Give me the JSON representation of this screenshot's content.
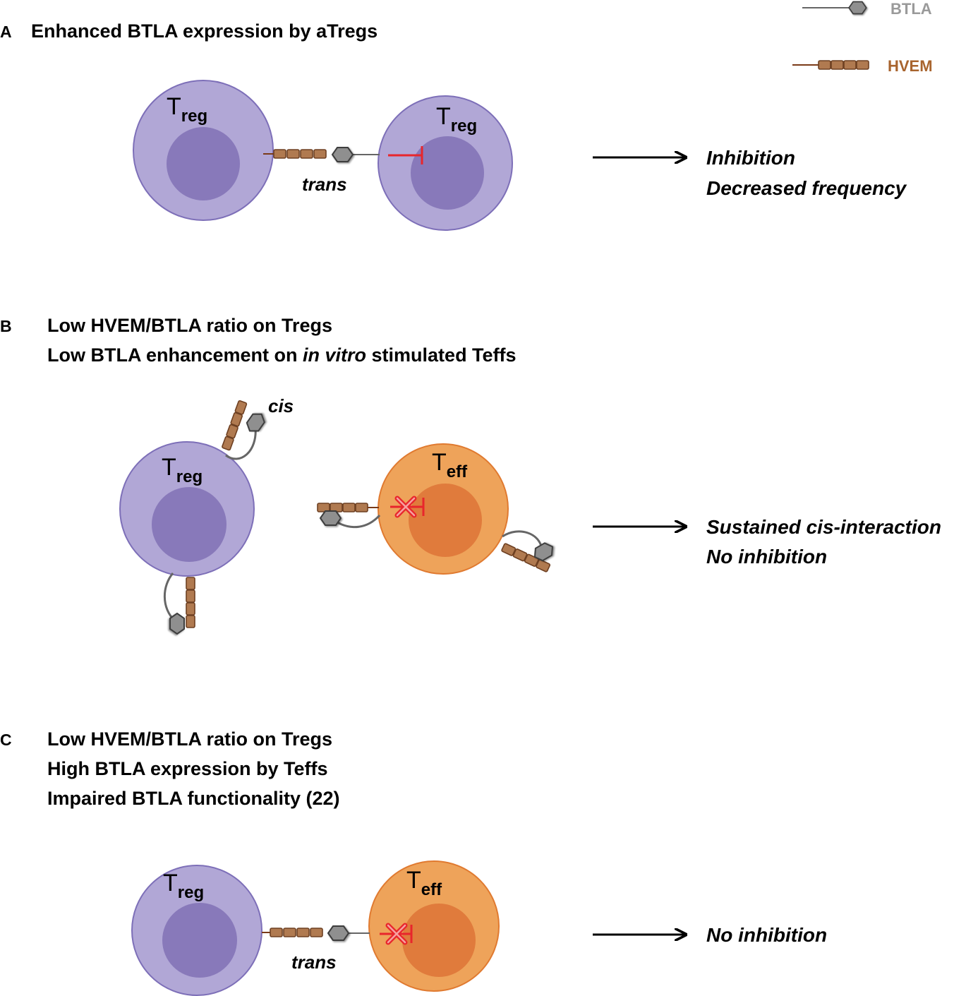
{
  "legend": {
    "btla_label": "BTLA",
    "hvem_label": "HVEM"
  },
  "colors": {
    "treg_outer": "#b1a7d6",
    "treg_inner": "#8879ba",
    "treg_stroke": "#7d6fb8",
    "teff_outer": "#eea35a",
    "teff_inner": "#e07b3c",
    "teff_stroke": "#e07a30",
    "hvem_fill": "#b07a50",
    "hvem_stroke": "#6e4022",
    "btla_fill": "#8f8f8f",
    "btla_stroke": "#3c3c3c",
    "inhibit_red": "#e8262c",
    "btla_legend_text": "#9a9a9a",
    "hvem_legend_text": "#a8642e"
  },
  "panel_a": {
    "letter": "A",
    "title": "Enhanced BTLA expression by aTregs",
    "cell1": {
      "main": "T",
      "sub": "reg"
    },
    "cell2": {
      "main": "T",
      "sub": "reg"
    },
    "interaction": "trans",
    "outcome": [
      "Inhibition",
      "Decreased frequency"
    ]
  },
  "panel_b": {
    "letter": "B",
    "title_line1": "Low HVEM/BTLA ratio on Tregs",
    "title_line2_pre": "Low BTLA enhancement on ",
    "title_line2_ital": "in vitro",
    "title_line2_post": " stimulated Teffs",
    "interaction": "cis",
    "cell1": {
      "main": "T",
      "sub": "reg"
    },
    "cell2": {
      "main": "T",
      "sub": "eff"
    },
    "outcome": [
      "Sustained cis-interaction",
      "No inhibition"
    ]
  },
  "panel_c": {
    "letter": "C",
    "title_lines": [
      "Low HVEM/BTLA ratio on Tregs",
      "High BTLA expression by Teffs",
      "Impaired BTLA functionality (22)"
    ],
    "cell1": {
      "main": "T",
      "sub": "reg"
    },
    "cell2": {
      "main": "T",
      "sub": "eff"
    },
    "interaction": "trans",
    "outcome": [
      "No inhibition"
    ]
  }
}
